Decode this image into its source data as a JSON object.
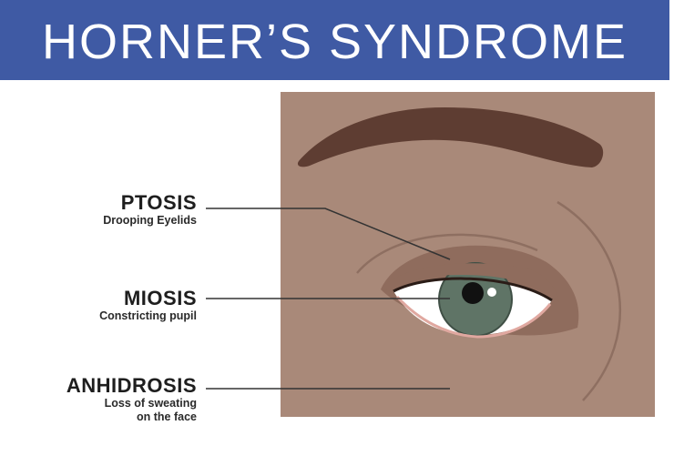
{
  "header": {
    "title": "HORNER’S SYNDROME"
  },
  "labels": [
    {
      "title": "PTOSIS",
      "subtitle": [
        "Drooping Eyelids"
      ]
    },
    {
      "title": "MIOSIS",
      "subtitle": [
        "Constricting pupil"
      ]
    },
    {
      "title": "ANHIDROSIS",
      "subtitle": [
        "Loss of sweating",
        "on the face"
      ]
    }
  ],
  "colors": {
    "header_bg": "#3f5aa4",
    "skin": "#a98979",
    "eyebrow": "#5e3d32",
    "lid_shadow": "#8e6b5c",
    "iris": "#5f7466",
    "pupil": "#111111",
    "leader_line": "#333333"
  }
}
